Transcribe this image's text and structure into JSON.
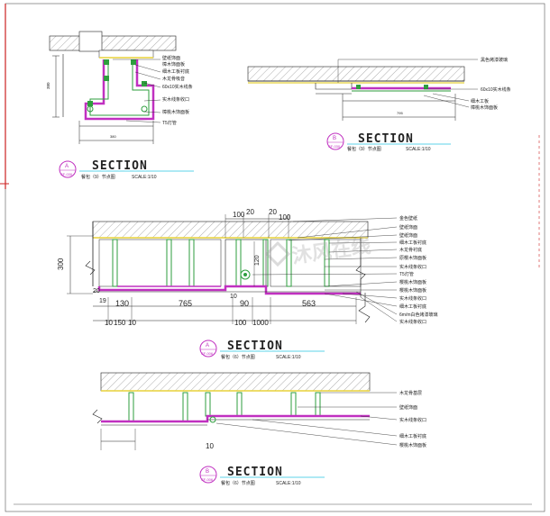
{
  "title_word": "SECTION",
  "details": {
    "a1": {
      "marker_letter": "A",
      "marker_code": "SF-030",
      "caption": "餐包（9）节点图",
      "scale": "SCALE:1/10",
      "callouts": [
        "壁纸饰面",
        "樟木饰面板",
        "细木工板衬底",
        "木龙骨吸音",
        "60x10实木线条",
        "实木线条收口",
        "樟桃木饰面板",
        "T5灯管"
      ],
      "dims": [
        "380",
        "380"
      ]
    },
    "b1": {
      "marker_letter": "B",
      "marker_code": "SF-030",
      "caption": "餐包（9）节点图",
      "scale": "SCALE:1/10",
      "callouts": [
        "黑色烤漆玻璃",
        "60x10实木线条",
        "细木工板",
        "樟桃木饰面板"
      ],
      "dims": [
        "795"
      ]
    },
    "a2": {
      "marker_letter": "A",
      "marker_code": "SF-006",
      "caption": "餐包（6）节点图",
      "scale": "SCALE:1/10",
      "callouts": [
        "金色壁纸",
        "壁纸饰面",
        "壁纸饰面",
        "细木工板衬底",
        "木龙骨衬底",
        "原樱木饰面板",
        "实木线条收口",
        "T5灯管",
        "樱桃木饰面板",
        "樱桃木饰面板",
        "实木线条收口",
        "细木工板衬底",
        "6m/m白色烤漆玻璃",
        "实木线条收口"
      ],
      "top_dims": [
        "100",
        "20",
        "20",
        "100"
      ],
      "vert_dim": "300",
      "vert_dim2": "120",
      "mid_dims": [
        "130",
        "765",
        "90",
        "563"
      ],
      "bottom_dims": [
        "10",
        "150",
        "10",
        "100",
        "1000"
      ],
      "small_dims": [
        "20",
        "19",
        "10"
      ]
    },
    "b2": {
      "marker_letter": "B",
      "marker_code": "SF-006",
      "caption": "餐包（6）节点图",
      "scale": "SCALE:1/10",
      "callouts": [
        "木龙骨基层",
        "壁纸饰面",
        "实木线条收口",
        "细木工板衬底",
        "樱桃木饰面板"
      ],
      "dims": [
        "10"
      ]
    }
  },
  "watermark": "沐风在线",
  "colors": {
    "line": "#111111",
    "green": "#2e9e3e",
    "magenta": "#c030c0",
    "yellow": "#e8d23a",
    "cyan": "#29c4e0",
    "frame_red": "#cc2222"
  }
}
